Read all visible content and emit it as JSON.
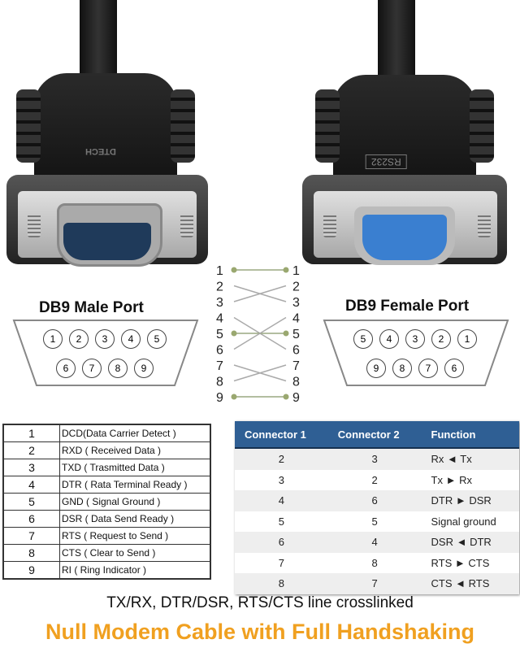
{
  "connectors": {
    "male_label": "DB9 Male Port",
    "female_label": "DB9 Female Port",
    "male_brand": "DTECH",
    "female_mark": "RS232"
  },
  "male_pins": {
    "top": [
      "1",
      "2",
      "3",
      "4",
      "5"
    ],
    "bottom": [
      "6",
      "7",
      "8",
      "9"
    ]
  },
  "female_pins": {
    "top": [
      "5",
      "4",
      "3",
      "2",
      "1"
    ],
    "bottom": [
      "9",
      "8",
      "7",
      "6"
    ]
  },
  "wiring": [
    [
      1,
      1
    ],
    [
      2,
      3
    ],
    [
      3,
      2
    ],
    [
      4,
      6
    ],
    [
      5,
      5
    ],
    [
      6,
      4
    ],
    [
      7,
      8
    ],
    [
      8,
      7
    ],
    [
      9,
      9
    ]
  ],
  "wiring_labels": [
    "1",
    "2",
    "3",
    "4",
    "5",
    "6",
    "7",
    "8",
    "9"
  ],
  "pinout": [
    {
      "pin": "1",
      "desc": "DCD(Data Carrier Detect )"
    },
    {
      "pin": "2",
      "desc": "RXD ( Received Data )"
    },
    {
      "pin": "3",
      "desc": "TXD ( Trasmitted Data )"
    },
    {
      "pin": "4",
      "desc": "DTR ( Rata Terminal Ready )"
    },
    {
      "pin": "5",
      "desc": "GND ( Signal Ground )"
    },
    {
      "pin": "6",
      "desc": "DSR ( Data Send Ready )"
    },
    {
      "pin": "7",
      "desc": "RTS ( Request to Send )"
    },
    {
      "pin": "8",
      "desc": "CTS ( Clear to Send )"
    },
    {
      "pin": "9",
      "desc": "RI ( Ring Indicator )"
    }
  ],
  "mapping": {
    "headers": [
      "Connector 1",
      "Connector 2",
      "Function"
    ],
    "rows": [
      [
        "2",
        "3",
        "Rx ◄ Tx"
      ],
      [
        "3",
        "2",
        "Tx ► Rx"
      ],
      [
        "4",
        "6",
        "DTR ► DSR"
      ],
      [
        "5",
        "5",
        "Signal ground"
      ],
      [
        "6",
        "4",
        "DSR ◄ DTR"
      ],
      [
        "7",
        "8",
        "RTS ► CTS"
      ],
      [
        "8",
        "7",
        "CTS ◄ RTS"
      ]
    ],
    "header_color": "#2f5f94"
  },
  "caption": "TX/RX, DTR/DSR, RTS/CTS line crosslinked",
  "title": "Null Modem Cable with Full Handshaking",
  "title_color": "#f0a020"
}
